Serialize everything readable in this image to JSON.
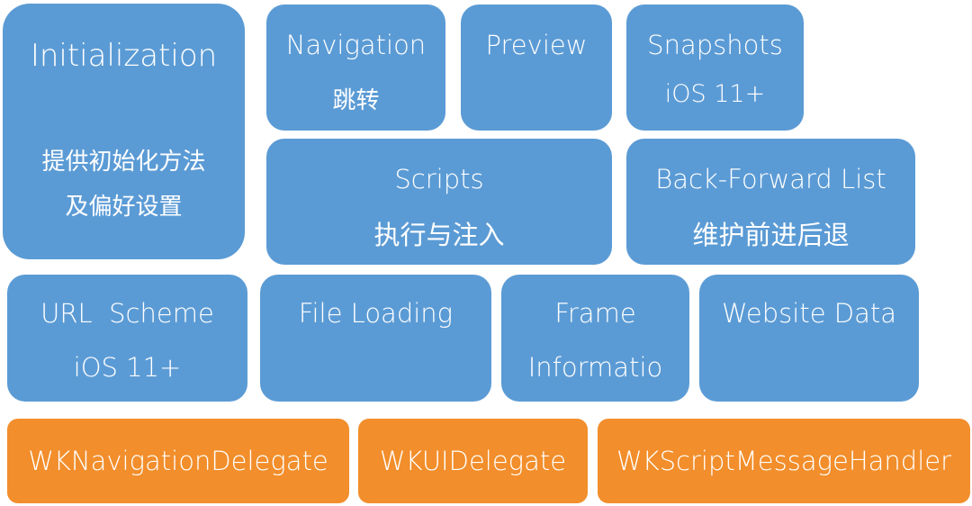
{
  "colors": {
    "blue": "#5b9bd5",
    "orange": "#f28e2b",
    "text": "#ffffff",
    "background": "#ffffff"
  },
  "blocks": {
    "initialization": {
      "title": "Initialization",
      "line1": "提供初始化方法",
      "line2": "及偏好设置"
    },
    "navigation": {
      "title": "Navigation",
      "subtitle": "跳转"
    },
    "preview": {
      "title": "Preview"
    },
    "snapshots": {
      "title": "Snapshots",
      "subtitle": "iOS 11+"
    },
    "scripts": {
      "title": "Scripts",
      "subtitle": "执行与注入"
    },
    "back_forward": {
      "title": "Back-Forward List",
      "subtitle": "维护前进后退"
    },
    "url_scheme": {
      "title": "URL  Scheme",
      "subtitle": "iOS 11+"
    },
    "file_loading": {
      "title": "File Loading"
    },
    "frame_info": {
      "title": "Frame",
      "subtitle": "Informatio"
    },
    "website_data": {
      "title": "Website Data"
    }
  },
  "delegates": {
    "navigation_delegate": "WKNavigationDelegate",
    "ui_delegate": "WKUIDelegate",
    "script_message_handler": "WKScriptMessageHandler"
  }
}
